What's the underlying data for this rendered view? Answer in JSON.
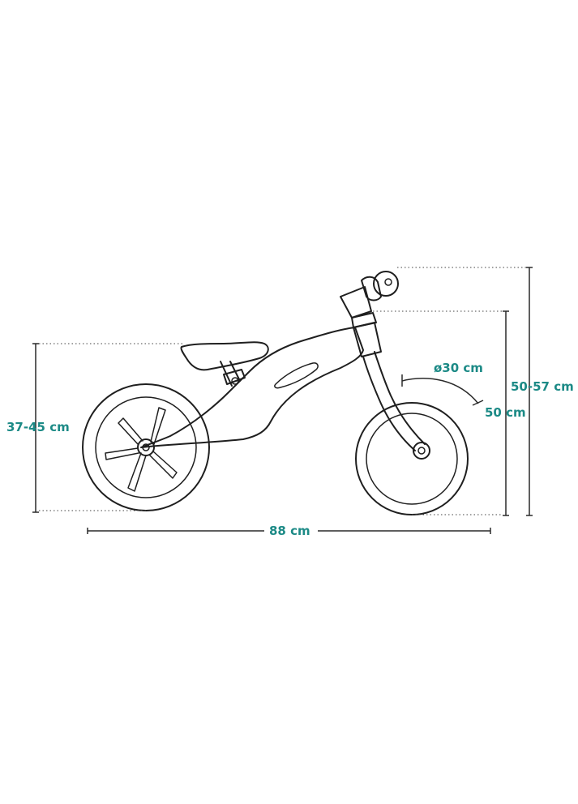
{
  "accent_color": "#1c8a86",
  "dimensions": {
    "seat_height": "37-45 cm",
    "handlebar_height": "50-57 cm",
    "frame_height": "50 cm",
    "wheel_diameter": "ø30 cm",
    "length": "88 cm"
  }
}
